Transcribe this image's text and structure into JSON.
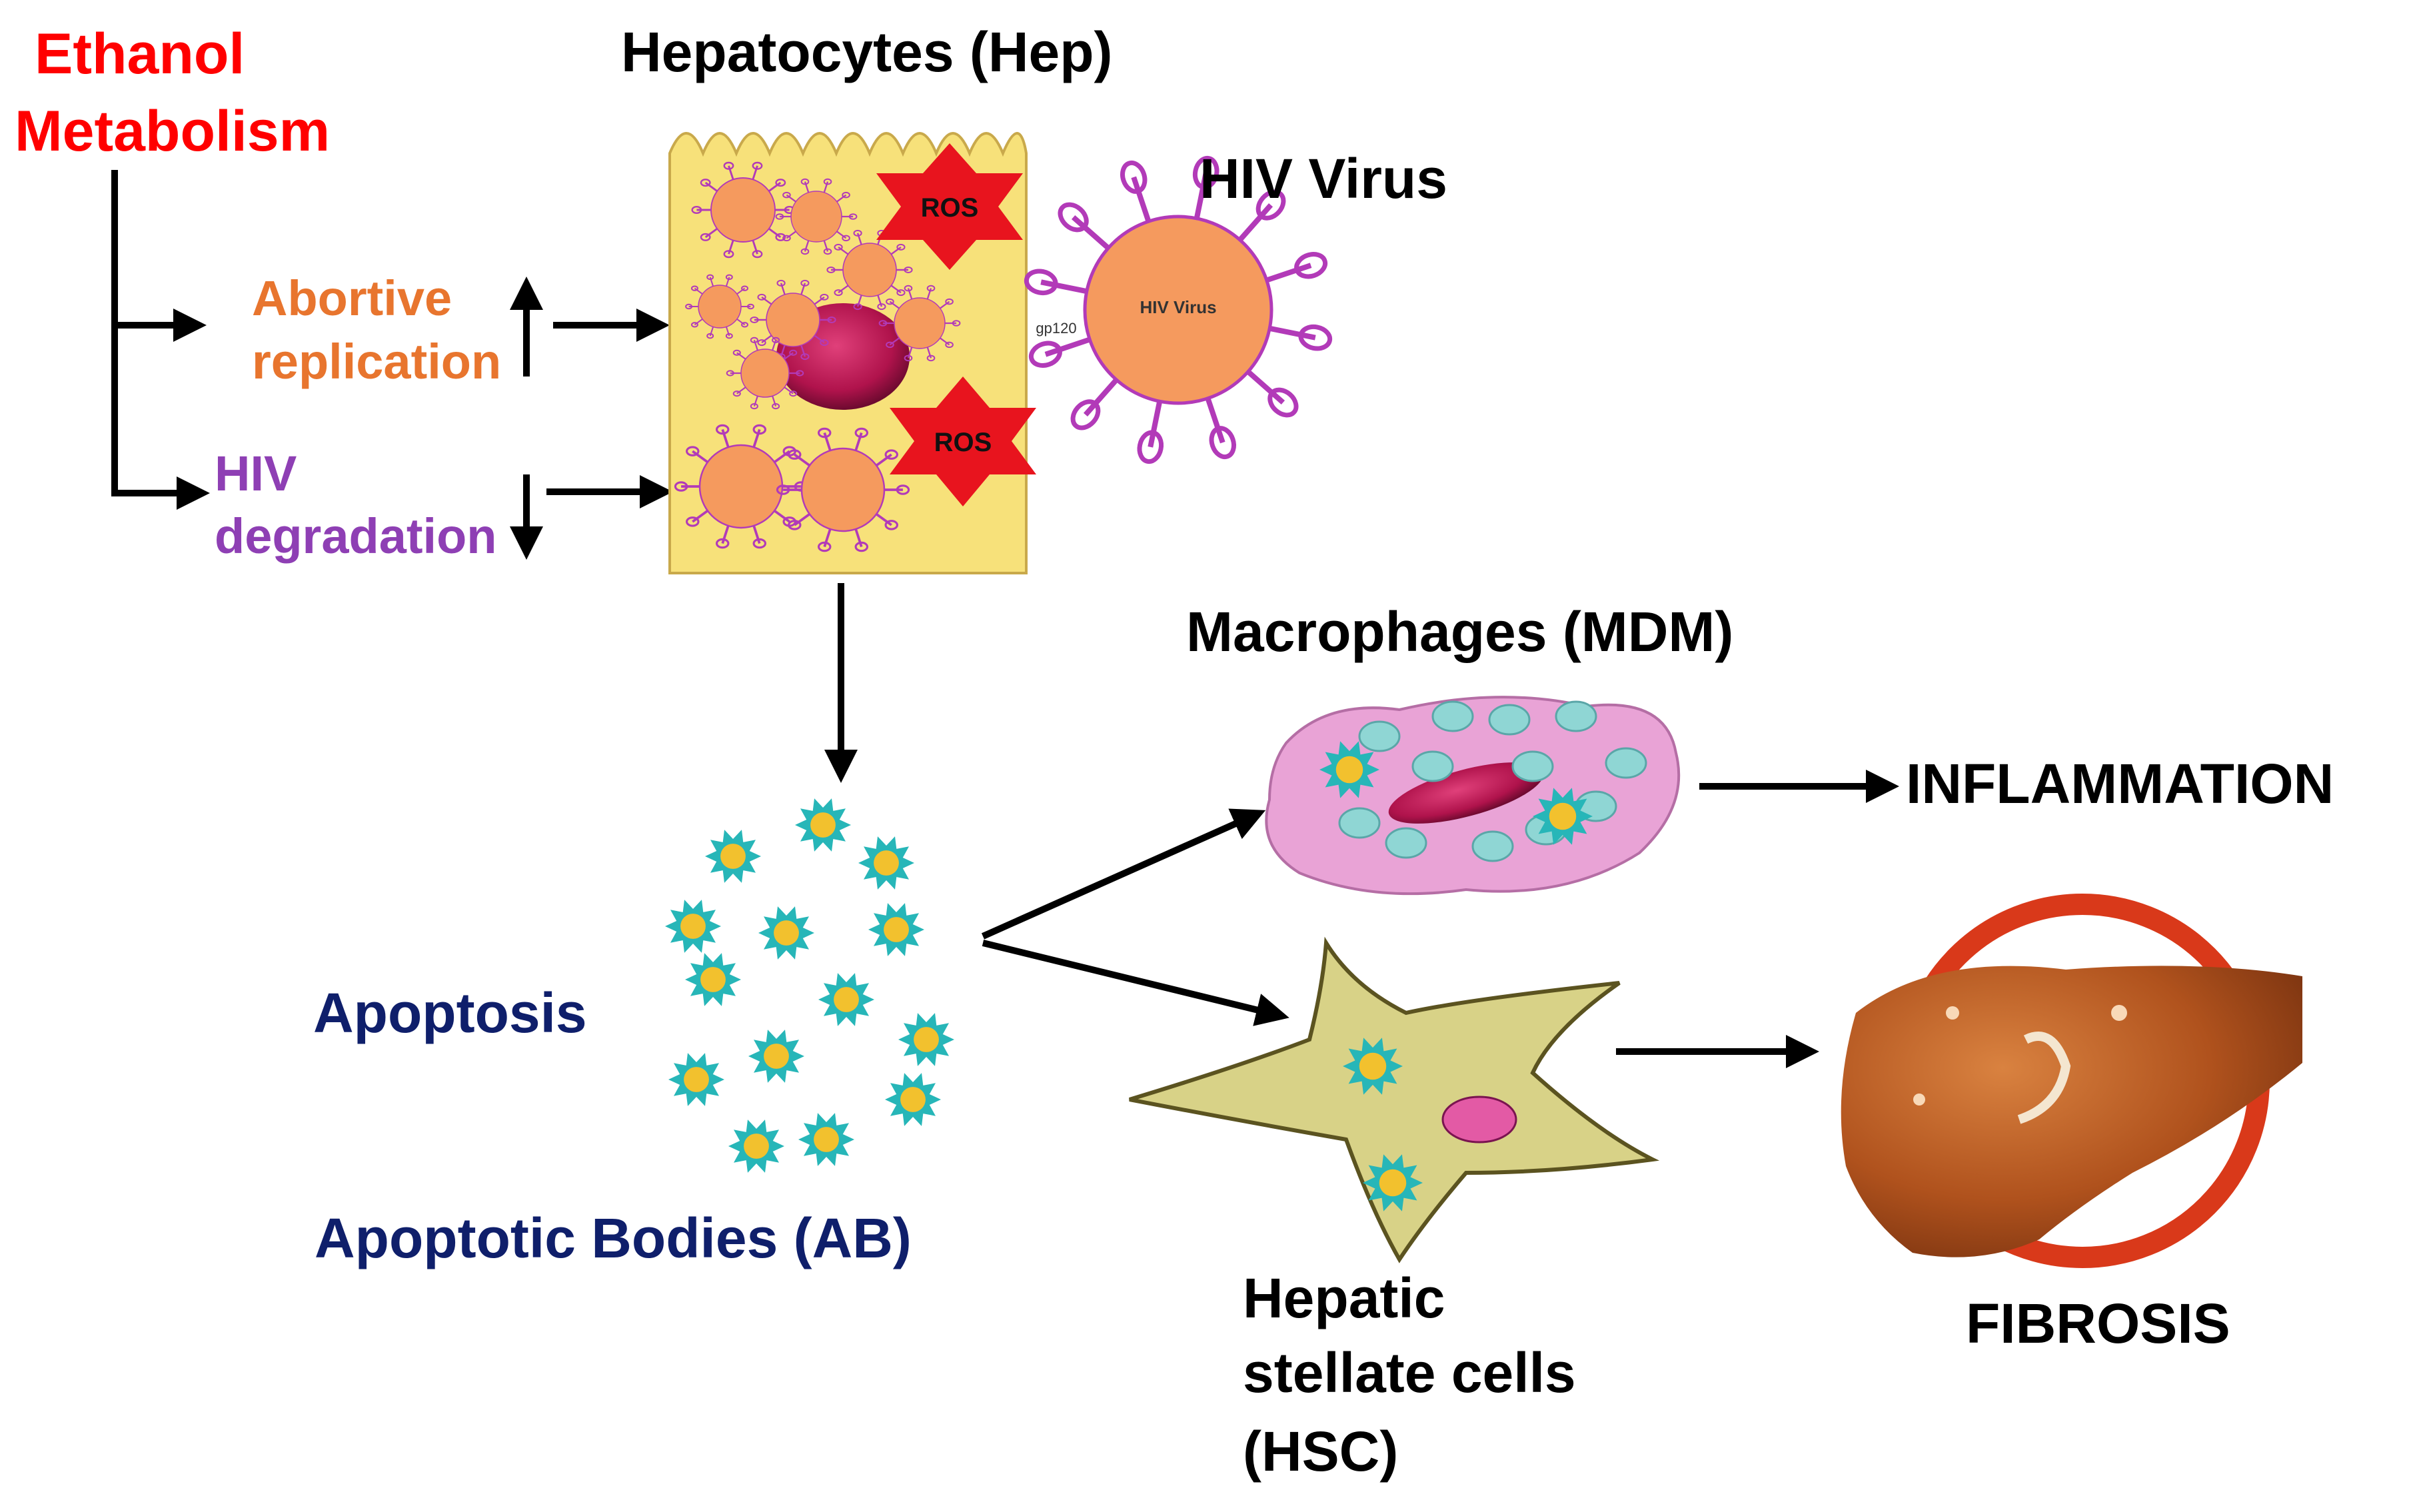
{
  "labels": {
    "ethanol_line1": "Ethanol",
    "ethanol_line2": "Metabolism",
    "hepatocytes": "Hepatocytes (Hep)",
    "hiv_virus": "HIV Virus",
    "abortive_line1": "Abortive",
    "abortive_line2": "replication",
    "hiv_deg_line1": "HIV",
    "hiv_deg_line2": "degradation",
    "macrophages": "Macrophages (MDM)",
    "inflammation": "INFLAMMATION",
    "apoptosis": "Apoptosis",
    "apoptotic_bodies": "Apoptotic Bodies (AB)",
    "hsc_line1": "Hepatic",
    "hsc_line2": "stellate cells",
    "hsc_line3": "(HSC)",
    "fibrosis": "FIBROSIS",
    "ros": "ROS",
    "virus_inner": "HIV Virus",
    "gp120": "gp120"
  },
  "colors": {
    "ethanol": "#ff0000",
    "abortive": "#e8752e",
    "degradation": "#8e3fb4",
    "navy_text": "#0f1f6b",
    "hepatocyte_fill": "#f7e17a",
    "virus_fill": "#f59a5e",
    "virus_spikes": "#b23ab8",
    "ros_star": "#e8141e",
    "nucleus": "#c2185b",
    "apoptotic_body_cyan": "#27b6b8",
    "apoptotic_body_core": "#f2c12e",
    "macrophage_fill": "#e9a3d6",
    "stellate_fill": "#d8d287",
    "liver": "#b3561f",
    "fibrosis_ring": "#d9391a"
  }
}
